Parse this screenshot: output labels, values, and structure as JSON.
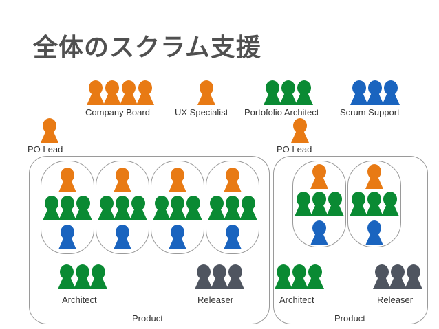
{
  "title": "全体のスクラム支援",
  "colors": {
    "orange": "#e87a14",
    "green": "#0a8a33",
    "blue": "#1a64bf",
    "gray": "#4f5560",
    "border": "#9a9a9a"
  },
  "roles": {
    "company_board": "Company Board",
    "ux_specialist": "UX Specialist",
    "portfolio_architect": "Portofolio Architect",
    "scrum_support": "Scrum Support",
    "po_lead_left": "PO Lead",
    "po_lead_right": "PO Lead"
  },
  "products": [
    {
      "label": "Product",
      "architect_label": "Architect",
      "releaser_label": "Releaser",
      "team_count": 4
    },
    {
      "label": "Product",
      "architect_label": "Architect",
      "releaser_label": "Releaser",
      "team_count": 2
    }
  ],
  "figure_icon": "person-figure-icon"
}
